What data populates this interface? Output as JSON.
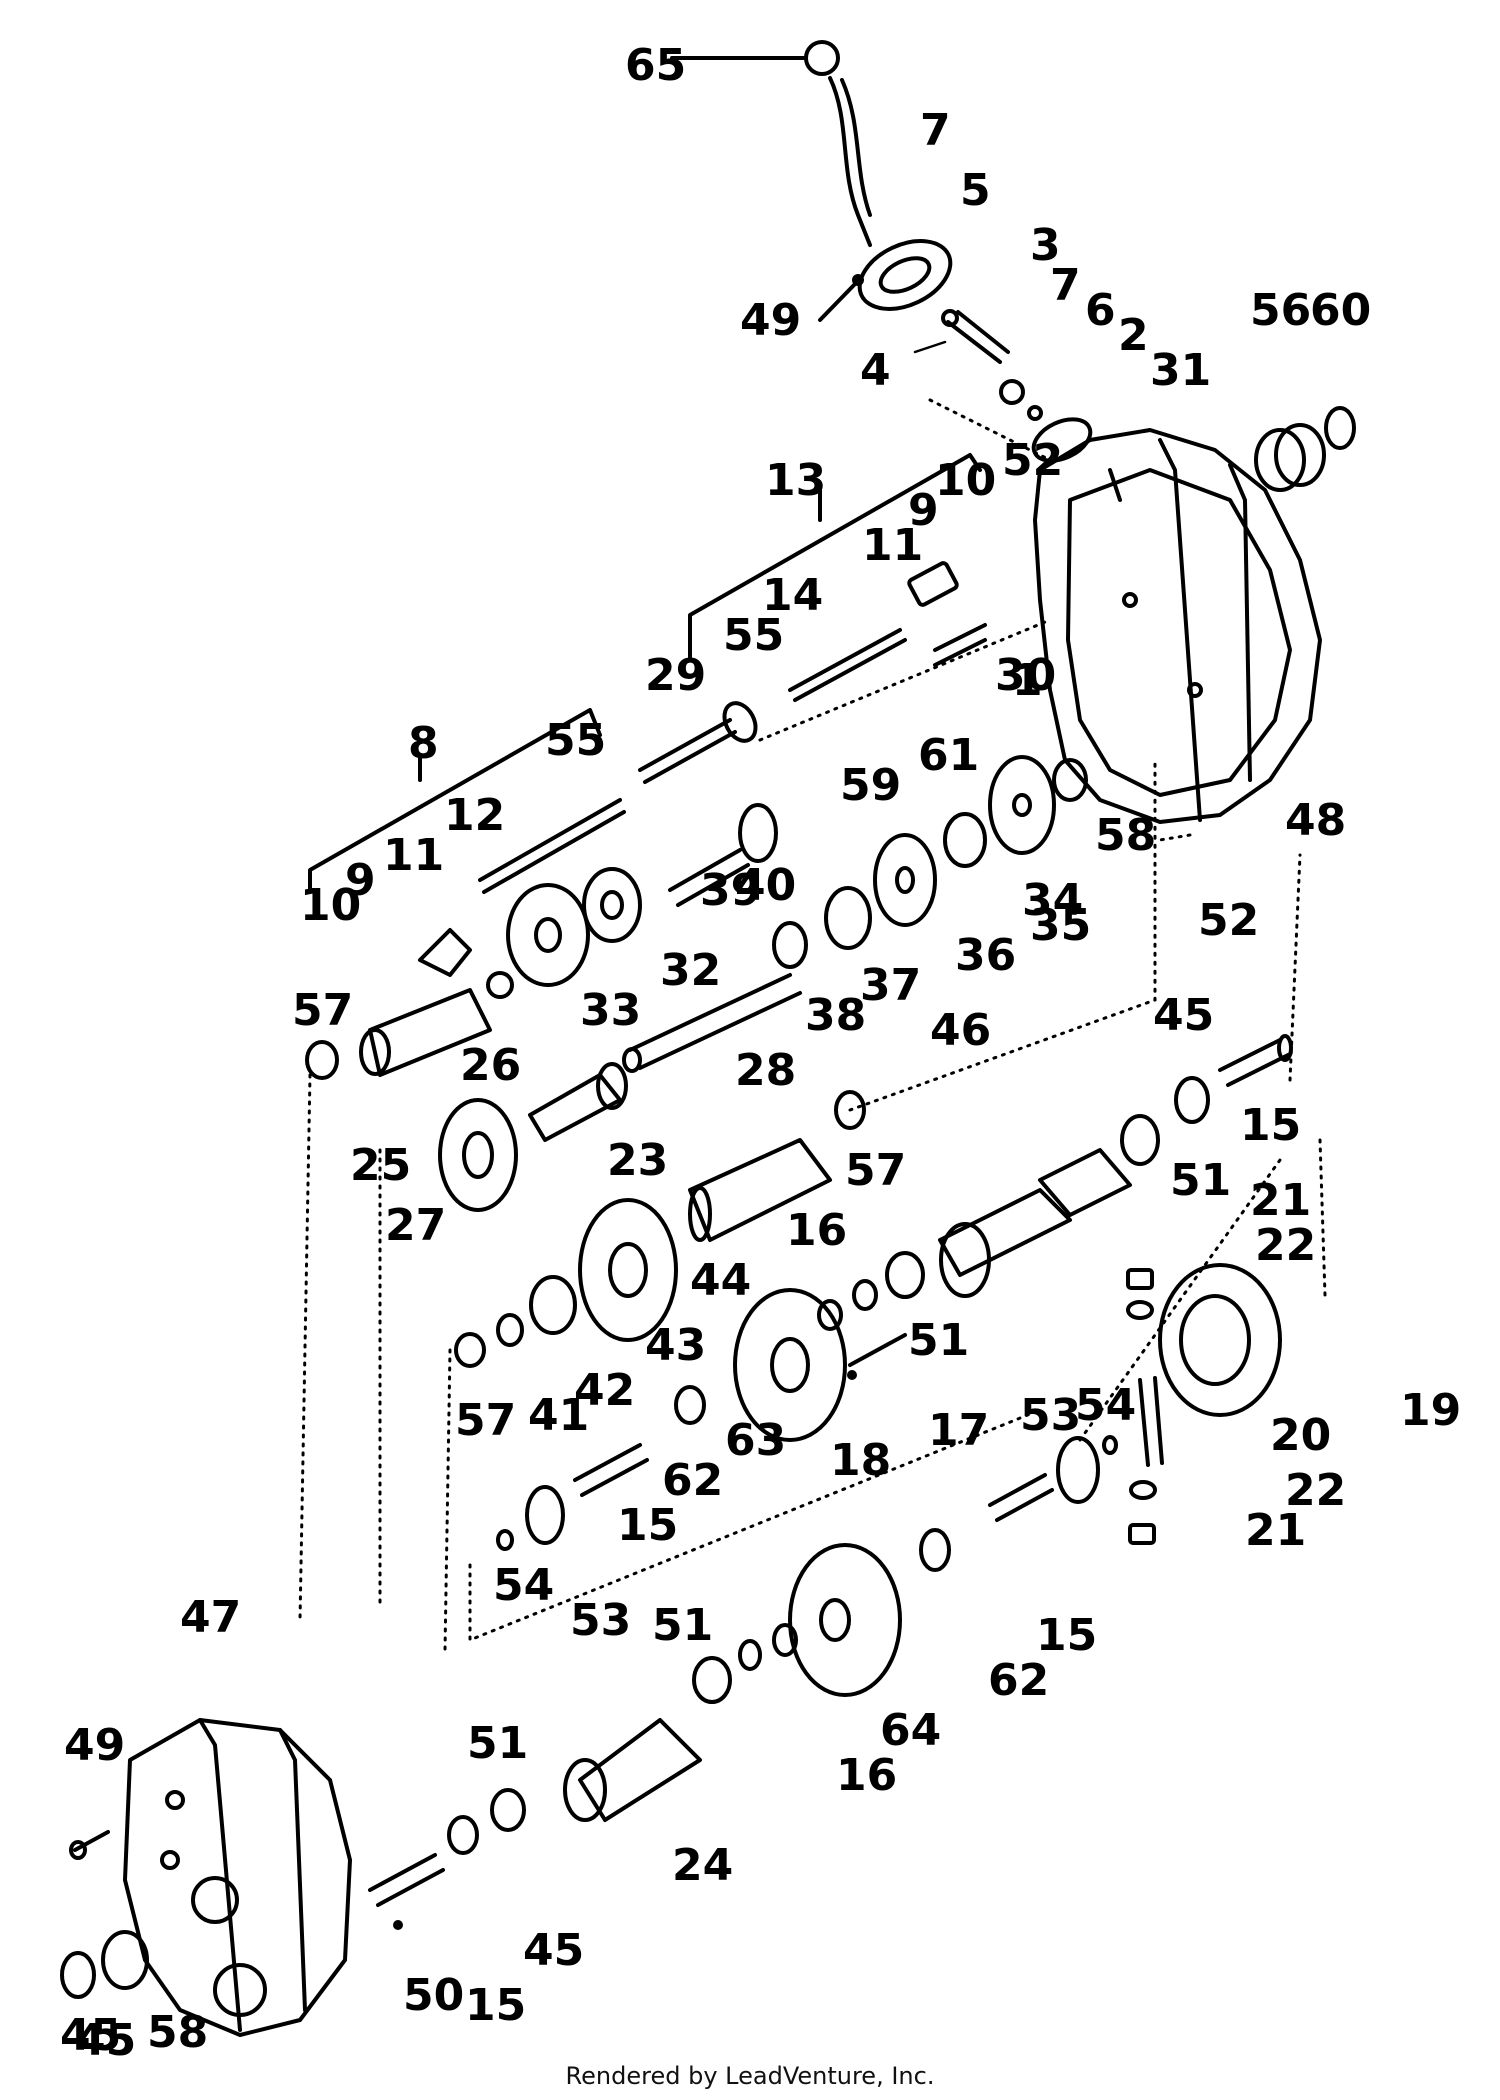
{
  "diagram": {
    "labels": [
      "65",
      "7",
      "5",
      "3",
      "49",
      "7",
      "4",
      "6",
      "2",
      "31",
      "56",
      "60",
      "13",
      "10",
      "52",
      "9",
      "11",
      "14",
      "55",
      "29",
      "1",
      "30",
      "8",
      "55",
      "12",
      "59",
      "61",
      "58",
      "48",
      "11",
      "9",
      "10",
      "40",
      "34",
      "39",
      "33",
      "32",
      "36",
      "35",
      "37",
      "38",
      "52",
      "57",
      "26",
      "28",
      "45",
      "46",
      "15",
      "25",
      "23",
      "57",
      "51",
      "27",
      "16",
      "44",
      "21",
      "22",
      "43",
      "42",
      "41",
      "51",
      "57",
      "63",
      "17",
      "18",
      "62",
      "53",
      "54",
      "20",
      "19",
      "22",
      "21",
      "15",
      "54",
      "53",
      "15",
      "62",
      "47",
      "51",
      "64",
      "49",
      "51",
      "16",
      "24",
      "45",
      "15",
      "50",
      "45",
      "58",
      "45"
    ]
  },
  "footer": {
    "credit": "Rendered by LeadVenture, Inc."
  }
}
